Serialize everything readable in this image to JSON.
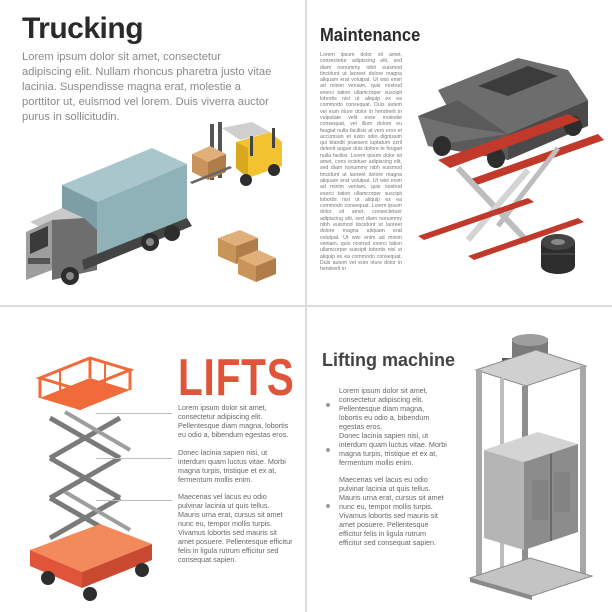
{
  "trucking": {
    "title": "Trucking",
    "body": "Lorem ipsum dolor sit amet, consectetur adipiscing elit. Nullam rhoncus pharetra justo vitae lacinia. Suspendisse magna erat, molestie a porttitor ut, euismod vel lorem. Duis viverra auctor purus in sollicitudin."
  },
  "maintenance": {
    "title": "Maintenance",
    "body": "Lorem ipsum dolor sit amet, consectetur adipiscing elit, sed diam nonummy nibh euismod tincidunt ut laoreet dolore magna aliquam erat volutpat. Ut wisi enim ad minim veniam, quis nostrud exerci tation ullamcorper suscipit lobortis nisl ut aliquip ex ea commodo consequat. Duis autem vel eum iriure dolor in hendrerit in vulputate velit esse molestie consequat, vel illum dolore eu feugiat nulla facilisis at vero eros et accumsan et iusto odio dignissim qui blandit praesent luptatum zzril delenit augue duis dolore te feugait nulla facilisi. Lorem ipsum dolor sit amet, cons ectetuer adipiscing elit, sed diam nonummy nibh euismod tincidunt ut laoreet dolore magna aliquam erat volutpat. Ut wisi enim ad minim veniam, quis nostrud exerci tation ullamcorper suscipit lobortis nisl ut aliquip ex ea commodo consequat. Lorem ipsum dolor sit amet, consectetuer adipiscing elit, sed diam nonummy nibh euismod tincidunt ut laoreet dolore magna aliquam erat volutpat. Ut wisi enim ad minim veniam, quis nostrud exerci tation ullamcorper suscipit lobortis nisl ut aliquip ex ea commodo consequat. Duis autem vel eum iriure dolor in hendrerit in"
  },
  "lifts": {
    "title": "LIFTS",
    "paragraphs": [
      "Lorem ipsum dolor sit amet, consectetur adipiscing elit. Pellentesque diam magna, lobortis eu odio a, bibendum egestas eros.",
      "Donec lacinia sapien nisi, ut interdum quam luctus vitae. Morbi magna turpis, tristique et ex at, fermentum mollis enim.",
      "Maecenas vel lacus eu odio pulvinar lacinia ut quis tellus. Mauris urna erat, cursus sit amet nunc eu, tempor mollis turpis. Vivamus lobortis sed mauris sit amet posuere. Pellentesque efficitur felis in ligula rutrum efficitur sed consequat sapien."
    ]
  },
  "lifting_machine": {
    "title": "Lifting machine",
    "paragraphs": [
      "Lorem ipsum dolor sit amet, consectetur adipiscing elit. Pellentesque diam magna, lobortis eu odio a, bibendum egestas eros.",
      "Donec lacinia sapien nisi, ut interdum quam luctus vitae. Morbi magna turpis, tristique et ex at, fermentum mollis enim.",
      "Maecenas vel lacus eu odio pulvinar lacinia ut quis tellus. Mauris urna erat, cursus sit amet nunc eu, tempor mollis turpis. Vivamus lobortis sed mauris sit amet posuere. Pellentesque efficitur felis in ligula rutrum efficitur sed consequat sapien."
    ]
  },
  "colors": {
    "accent_red": "#e0543a",
    "truck_box": "#8fb2b8",
    "forklift_yellow": "#f2c230",
    "box_brown": "#c9945a",
    "lift_orange": "#f06a3a",
    "car_grey": "#6d6d6d"
  },
  "icons": [
    "truck-icon",
    "forklift-icon",
    "cardboard-boxes-icon",
    "car-lift-icon",
    "tire-stack-icon",
    "scissor-lift-icon",
    "freight-elevator-icon"
  ]
}
